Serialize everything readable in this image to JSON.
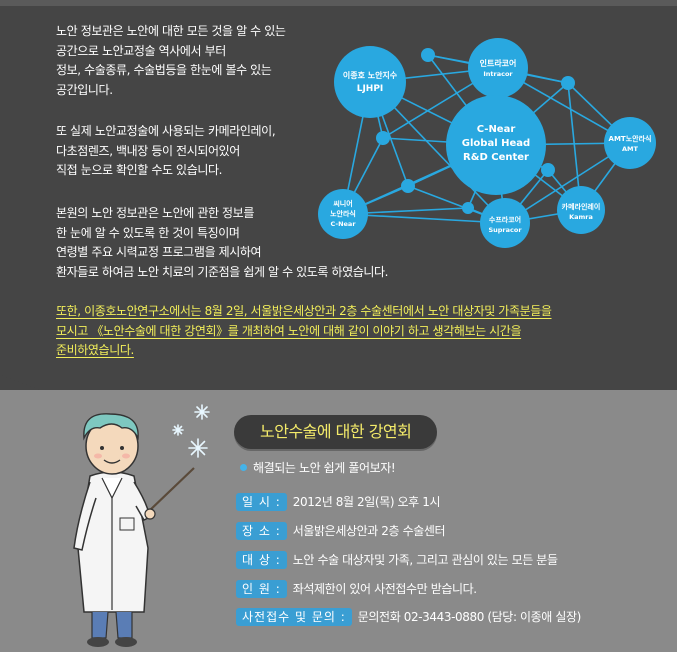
{
  "intro": {
    "lines_1": [
      "노안 정보관은 노안에 대한 모든 것을 알 수 있는",
      "공간으로 노안교정술 역사에서 부터",
      "정보, 수술종류, 수술법등을 한눈에 볼수 있는",
      "공간입니다."
    ],
    "lines_2": [
      "또 실제 노안교정술에 사용되는 카메라인레이,",
      "다초점렌즈, 백내장 등이 전시되어있어",
      "직접 눈으로 확인할 수도 있습니다."
    ],
    "lines_3": [
      "본원의 노안 정보관은 노안에 관한 정보를",
      "한 눈에 알 수 있도록 한 것이 특징이며",
      "연령별 주요 시력교정 프로그램을 제시하여",
      "환자들로 하여금 노안 치료의 기준점을 쉽게 알 수 있도록 하였습니다."
    ],
    "highlight": [
      "또한, 이종호노안연구소에서는 8월 2일, 서울밝은세상안과 2층 수술센터에서 노안 대상자및 가족분들을",
      "모시고 《노안수술에 대한 강연회》를 개최하여  노안에 대해 같이 이야기 하고 생각해보는 시간을",
      "준비하였습니다."
    ]
  },
  "network": {
    "center": [
      "C-Near",
      "Global Head",
      "R&D Center"
    ],
    "ljhpi": [
      "이종호 노안지수",
      "LJHPI"
    ],
    "intracor": [
      "인트라코어",
      "Intracor"
    ],
    "amt": [
      "AMT노안라식",
      "AMT"
    ],
    "kamra": [
      "카메라인레이",
      "Kamra"
    ],
    "supracor": [
      "수프라코어",
      "Supracor"
    ],
    "cnear": [
      "씨니어",
      "노안라식",
      "C-Near"
    ]
  },
  "lecture": {
    "title": "노안수술에 대한 강연회",
    "subtitle": "해결되는 노안 쉽게 풀어보자!",
    "rows": [
      {
        "label": "일 시 :",
        "value": "2012년 8월 2일(목) 오후 1시"
      },
      {
        "label": "장 소 :",
        "value": "서울밝은세상안과 2층 수술센터"
      },
      {
        "label": "대 상 :",
        "value": "노안 수술 대상자및 가족, 그리고 관심이 있는 모든 분들"
      },
      {
        "label": "인 원 :",
        "value": "좌석제한이 있어 사전접수만 받습니다."
      },
      {
        "label": "사전접수 및 문의 :",
        "value": "문의전화 02-3443-0880 (담당: 이종애 실장)"
      }
    ]
  },
  "colors": {
    "dark_bg": "#454545",
    "light_bg": "#8a8a8a",
    "node_blue": "#29a8e0",
    "highlight_yellow": "#f2ee5a",
    "label_blue": "#3a9ed3"
  }
}
